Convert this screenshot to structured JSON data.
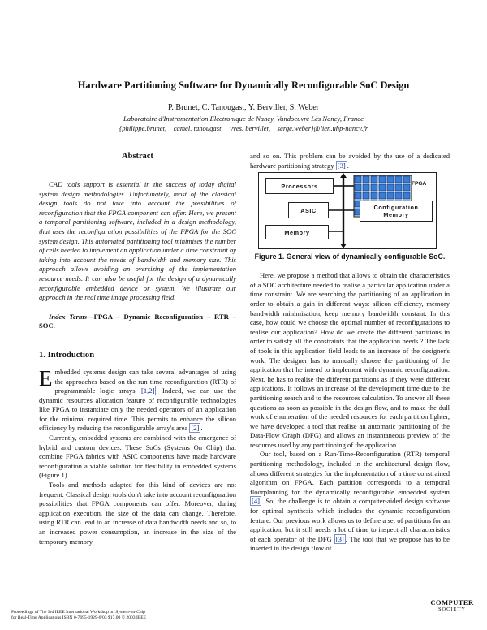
{
  "paper": {
    "title": "Hardware Partitioning Software for Dynamically Reconfigurable SoC Design",
    "authors": "P. Brunet, C. Tanougast, Y. Berviller, S. Weber",
    "affiliation": "Laboratoire d'Instrumentation Electronique de Nancy, Vandoeuvre Lès Nancy, France",
    "emails": "{philippe.brunet,    camel. tanougast,    yves. berviller,    serge.weber}@lien.uhp-nancy.fr"
  },
  "abstract": {
    "heading": "Abstract",
    "text": "CAD tools support is essential in the success of today digital system design methodologies. Unfortunately, most of the classical design tools do not take into account the possibilities of reconfiguration that the FPGA component can offer. Here, we present a temporal partitioning software, included in a design methodology, that uses the reconfiguration possibilities of the FPGA for the SOC system design. This automated partitioning tool minimises the number of cells needed to implement an application under a time constraint by taking into account the needs of bandwidth and memory size. This approach allows avoiding an oversizing of the implementation resource needs. It can also be useful for the design of a dynamically reconfigurable embedded device or system. We illustrate our approach in the real time image processing field.",
    "index_label": "Index Terms",
    "index_terms": "FPGA – Dynamic Reconfiguration – RTR – SOC."
  },
  "intro": {
    "heading": "1.   Introduction",
    "p1_dropcap": "E",
    "p1_a": "mbedded systems design can take several advantages of using the approaches based on the run time reconfiguration (RTR) of programmable logic arrays ",
    "p1_ref1": "[1,2]",
    "p1_b": ". Indeed, we can use the dynamic resources allocation feature of reconfigurable technologies like FPGA to instantiate only the needed operators of an application for the minimal required time. This permits to enhance the silicon efficiency by reducing the reconfigurable array's area ",
    "p1_ref2": "[2]",
    "p1_c": ".",
    "p2": "Currently, embedded systems are combined with the emergence of hybrid and custom devices. These SoCs (Systems On Chip) that combine FPGA fabrics with ASIC components have made hardware reconfiguration a viable solution for flexibility in embedded systems (Figure 1)",
    "p3": "Tools and methods adapted for this kind of devices are not frequent. Classical design tools don't take into account reconfiguration possibilities that FPGA components can offer. Moreover, during application execution, the size of the data can change. Therefore, using RTR can lead to an increase of data bandwidth needs and so, to an increased power consumption, an increase in the size of the temporary memory"
  },
  "right": {
    "cont_a": "and so on. This problem can be avoided by the use of  a dedicated hardware partitioning strategy ",
    "cont_ref": "[3]",
    "cont_b": ".",
    "figure": {
      "processors": "Processors",
      "fpga": "FPGA",
      "asic": "ASIC",
      "config_memory": "Configuration Memory",
      "memory": "Memory",
      "caption": "Figure 1. General view of dynamically configurable SoC.",
      "fpga_fill": "#3a7bd5",
      "fpga_cell": "#d8e6f7"
    },
    "p1": "Here, we propose a method that allows to obtain the characteristics of a SOC architecture needed to realise a particular application under a time constraint. We are searching the partitioning of an application in order to obtain a gain in different ways: silicon efficiency, memory bandwidth minimisation, keep memory bandwidth constant. In this case, how could we choose the optimal number of reconfigurations to realise our application? How do we create the different partitions in order to satisfy all the constraints that the application needs ? The lack of tools in this application field leads to an increase of the designer's work. The designer has to manually choose the partitioning of the application that he intend to implement with dynamic reconfiguration. Next, he has to realise the different partitions as if they were different applications. It follows an increase of the development time due to the partitioning search and to the resources calculation. To answer all these questions as soon as possible in the design flow, and to make the dull work of enumeration of the needed resources for each partition lighter, we have developed a tool that realise an automatic partitioning of the Data-Flow Graph (DFG) and allows an instantaneous preview of the resources used by any partitioning of the application.",
    "p2_a": "Our tool, based on a Run-Time-Reconfiguration (RTR) temporal partitioning methodology, included in the architectural design flow, allows different strategies for the implementation of a time constrained algorithm on FPGA. Each partition corresponds to a temporal floorplanning for the dynamically reconfigurable embedded system ",
    "p2_ref1": "[4]",
    "p2_b": ". So, the challenge is to obtain a computer-aided design software for optimal synthesis which includes the dynamic reconfiguration feature. Our previous work allows us to define a set of partitions for an application, but it still needs a lot of time to inspect all characteristics of each operator of the DFG ",
    "p2_ref2": "[3]",
    "p2_c": ". The tool that we propose has to be inserted in the design flow of"
  },
  "footer": {
    "line1": "Proceedings of The 3rd IEEE International Workshop on System-on-Chip",
    "line2": "for Real-Time Applications ISBN 0-7695-1929-6/03 $17.00 © 2003 IEEE"
  },
  "logo": {
    "line1": "COMPUTER",
    "line2": "SOCIETY"
  }
}
